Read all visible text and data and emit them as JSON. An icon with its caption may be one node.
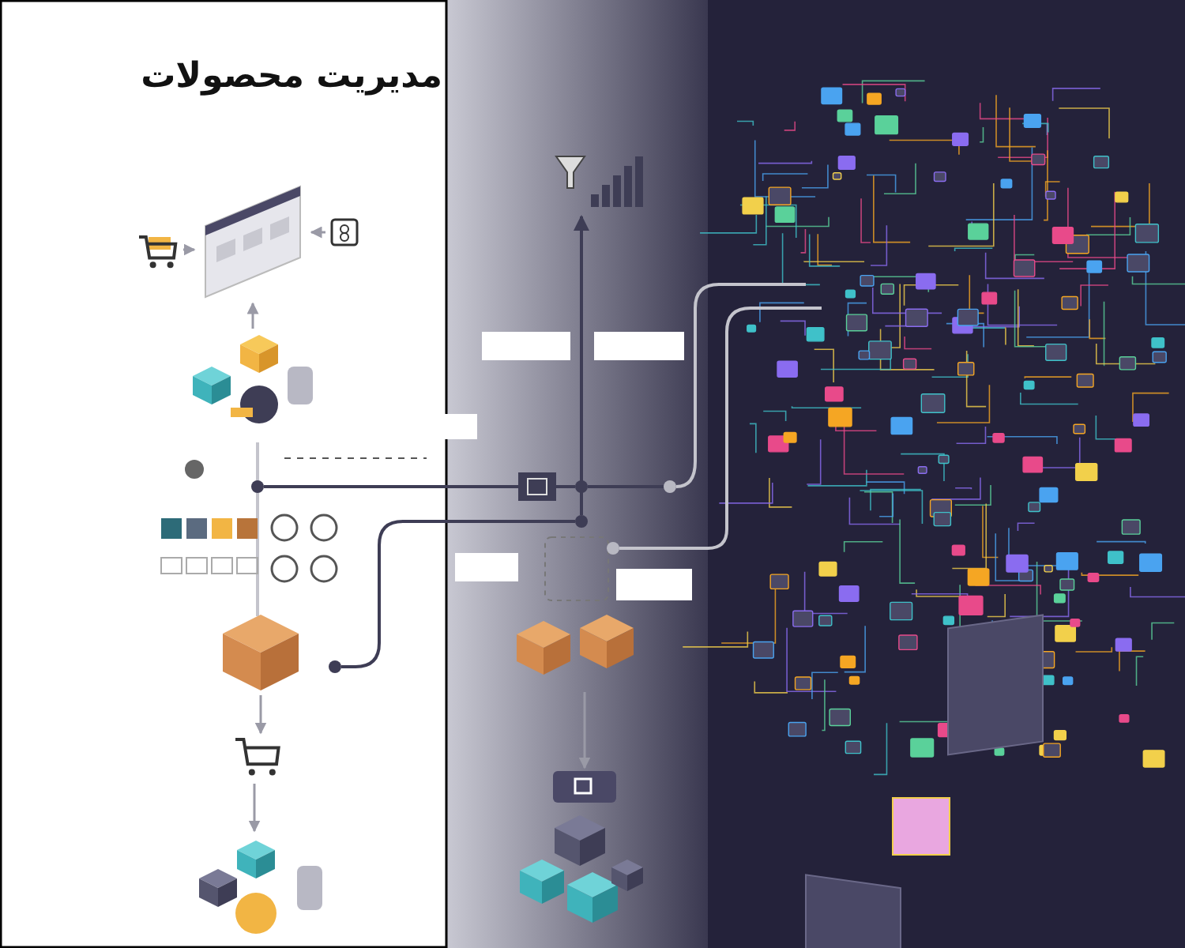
{
  "diagram": {
    "title": "مدیریت محصولات",
    "nodes": [
      {
        "text": [],
        "shape": "picture"
      },
      {
        "text": [],
        "shape": "picture"
      },
      {
        "text": [],
        "shape": "picture"
      },
      {
        "text": [],
        "shape": "picture"
      },
      {
        "text": [],
        "shape": "box"
      },
      {
        "text": [],
        "shape": "picture"
      },
      {
        "text": [],
        "shape": "picture"
      },
      {
        "text": [],
        "shape": "picture"
      },
      {
        "text": [],
        "shape": "picture"
      },
      {
        "text": [],
        "shape": "picture"
      },
      {
        "text": [],
        "shape": "picture"
      },
      {
        "text": [],
        "shape": "circle"
      },
      {
        "text": [],
        "shape": "circle"
      },
      {
        "text": [],
        "shape": "circle"
      },
      {
        "text": [],
        "shape": "circle"
      },
      {
        "text": [],
        "shape": "circle"
      },
      {
        "text": [],
        "shape": "circle"
      }
    ],
    "edges": [
      {
        "from": 1,
        "to": 0,
        "arrow": "to"
      },
      {
        "from": 2,
        "to": 0,
        "arrow": "to"
      },
      {
        "from": 3,
        "to": 0,
        "arrow": "to"
      },
      {
        "from": 4,
        "to": 5,
        "arrow": "to"
      },
      {
        "from": 5,
        "to": 6,
        "arrow": "to"
      },
      {
        "from": 8,
        "to": 9,
        "arrow": "to"
      },
      {
        "from": 13,
        "to": 7,
        "arrow": "to",
        "color": "#3e3d55"
      },
      {
        "from": 11,
        "to": 12,
        "arrow": "none",
        "color": "#3e3d55"
      },
      {
        "from": 12,
        "to": 14,
        "arrow": "none",
        "color": "#3e3d55"
      },
      {
        "from": 15,
        "to": 13,
        "arrow": "none",
        "color": "#3e3d55"
      },
      {
        "from": 14,
        "to": null,
        "arrow": "none",
        "color": "#c4c4cc"
      },
      {
        "from": 16,
        "to": null,
        "arrow": "none",
        "color": "#c4c4cc"
      }
    ]
  }
}
